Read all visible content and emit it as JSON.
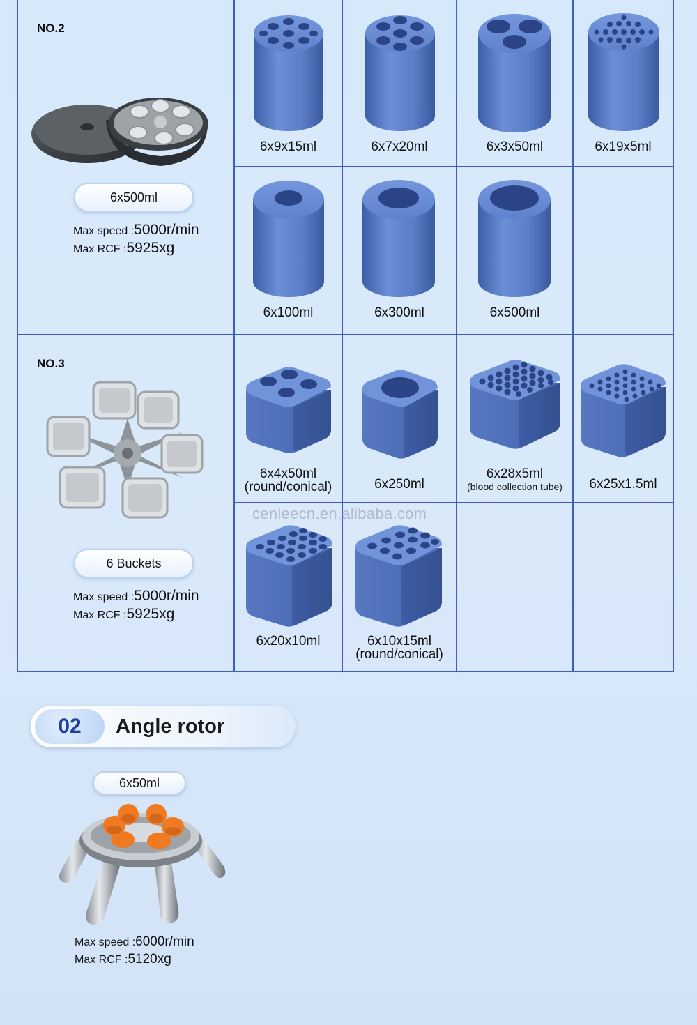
{
  "sections": {
    "no2": {
      "title": "NO.2",
      "pill": "6x500ml",
      "speed_label": "Max speed :",
      "speed_value": "5000r/min",
      "rcf_label": "Max RCF :",
      "rcf_value": "5925xg",
      "adapters": [
        {
          "label": "6x9x15ml"
        },
        {
          "label": "6x7x20ml"
        },
        {
          "label": "6x3x50ml"
        },
        {
          "label": "6x19x5ml"
        },
        {
          "label": "6x100ml"
        },
        {
          "label": "6x300ml"
        },
        {
          "label": "6x500ml"
        }
      ]
    },
    "no3": {
      "title": "NO.3",
      "pill": "6 Buckets",
      "speed_label": "Max speed :",
      "speed_value": "5000r/min",
      "rcf_label": "Max RCF :",
      "rcf_value": "5925xg",
      "adapters": [
        {
          "label": "6x4x50ml",
          "sub": "(round/conical)"
        },
        {
          "label": "6x250ml"
        },
        {
          "label": "6x28x5ml",
          "small": "(blood collection tube)"
        },
        {
          "label": "6x25x1.5ml"
        },
        {
          "label": "6x20x10ml"
        },
        {
          "label": "6x10x15ml",
          "sub": "(round/conical)"
        }
      ]
    }
  },
  "watermark": "cenleecn.en.alibaba.com",
  "angle_rotor": {
    "number": "02",
    "title": "Angle rotor",
    "pill": "6x50ml",
    "speed_label": "Max speed :",
    "speed_value": "6000r/min",
    "rcf_label": "Max RCF :",
    "rcf_value": "5120xg"
  },
  "colors": {
    "grid_line": "#3f5fc0",
    "adapter_blue": "#5b7ec9",
    "accent": "#2140a6"
  }
}
